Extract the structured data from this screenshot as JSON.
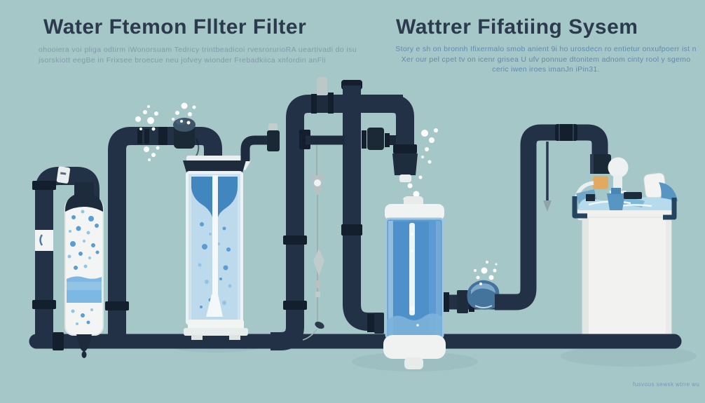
{
  "header_left": {
    "title": "Water Ftemon Fllter Filter",
    "subtitle_lines": [
      "ohooiera voi pliga odtirm iWonorsuam Tedricy trintbeadicoi rvesrorurioRA ueartivadi do isu",
      "jsorskiott eegBe in Frixsee broecue neu jofvey wionder Frebadkiica xnfordin anFli"
    ]
  },
  "header_right": {
    "title": "Wattrer Fifatiing Sysem",
    "subtitle_lines": [
      "Story e sh on bronnh Ifixermalo smob anient 9i ho urosdecn ro entietur onxufpoerr ist n",
      "Xer our pel cpet tv on icenr grisea U ufv ponnue dtonitem adnom cinty rool y sgemo",
      "ceric iwen iroes imanJn iPin31."
    ]
  },
  "watermark": "fusvous sewsk wtrre wu",
  "colors": {
    "bg": "#a6c7c8",
    "ink": "#2b3a4d",
    "sub-left": "#7e96a4",
    "sub-right": "#5d86ae",
    "pipe": "#233146",
    "pipe-dark": "#141f2d",
    "pipe-mid": "#1d2b3d",
    "white": "#f2f5f4",
    "paper": "#e9eeee",
    "royal": "#4286c0",
    "water-light": "#bddaec",
    "water-mid": "#5b9bd4",
    "water-pale": "#b5dbec",
    "bubble": "#ffffff",
    "dot-blue": "#5a9cd4",
    "dot-blue-light": "#93c3e4",
    "steel": "#44749c",
    "steel-light": "#7fa9cc",
    "knob": "#3d5469",
    "orange": "#e2a961",
    "handle": "#24455f",
    "lid-blue": "#5795c2",
    "shadow": "#93b5b7",
    "watermark": "#6a92b8"
  },
  "diagram": {
    "components": {
      "vessel1": "carbon-filter-bottle",
      "vessel2": "clear-filtration-tank",
      "vessel3": "filter-cartridge-cylinder",
      "vessel4": "storage-tank",
      "pipes": "pipe-network",
      "dropper": "drip-regulator",
      "bubbles": "air-bubbles"
    }
  }
}
